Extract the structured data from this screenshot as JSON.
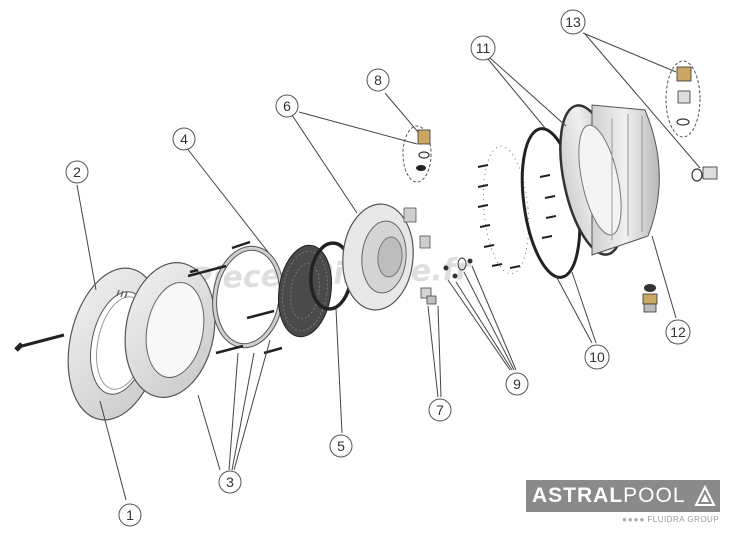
{
  "callouts": [
    {
      "id": "1",
      "label": "1"
    },
    {
      "id": "2",
      "label": "2"
    },
    {
      "id": "3",
      "label": "3"
    },
    {
      "id": "4",
      "label": "4"
    },
    {
      "id": "5",
      "label": "5"
    },
    {
      "id": "6",
      "label": "6"
    },
    {
      "id": "7",
      "label": "7"
    },
    {
      "id": "8",
      "label": "8"
    },
    {
      "id": "9",
      "label": "9"
    },
    {
      "id": "10",
      "label": "10"
    },
    {
      "id": "11",
      "label": "11"
    },
    {
      "id": "12",
      "label": "12"
    },
    {
      "id": "13",
      "label": "13"
    }
  ],
  "watermark": "Pieces-Piscine.fr",
  "brand": {
    "part1": "ASTRAL",
    "part2": "POOL",
    "group": "FLUIDRA GROUP"
  },
  "colors": {
    "line": "#333333",
    "part_fill": "#e6e6e6",
    "shade": "#bdbdbd",
    "dark": "#444444",
    "brand_bg": "#8a8a8a"
  }
}
